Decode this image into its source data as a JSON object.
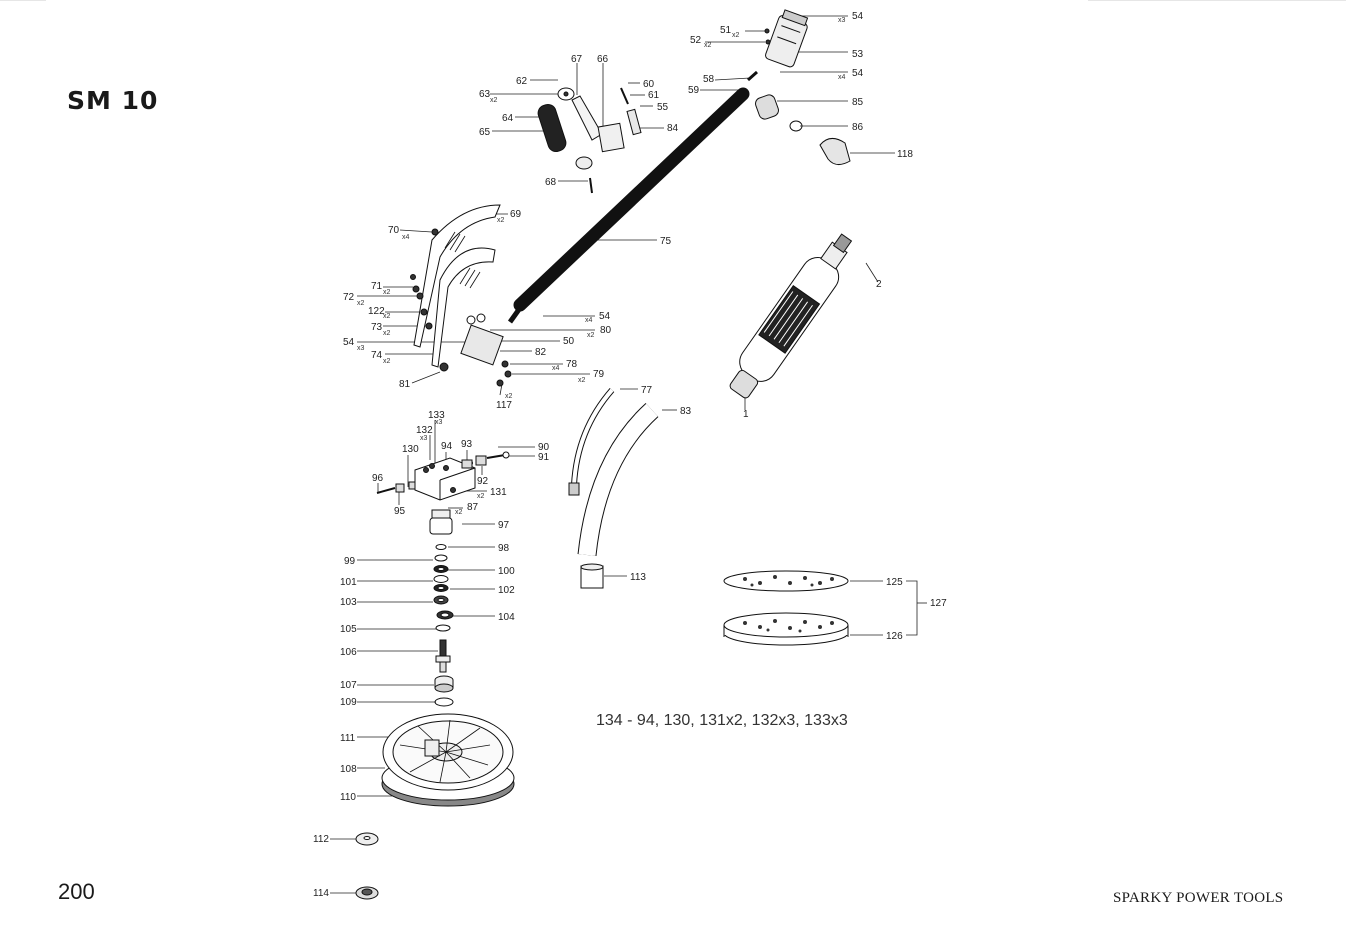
{
  "page": {
    "model": "SM 10",
    "page_number": "200",
    "brand": "SPARKY POWER TOOLS",
    "kit_note": "134 - 94, 130, 131x2, 132x3, 133x3"
  },
  "callouts": [
    {
      "id": "54",
      "text": "54"
    },
    {
      "id": "53",
      "text": "53"
    },
    {
      "id": "54b",
      "text": "54"
    },
    {
      "id": "85",
      "text": "85"
    },
    {
      "id": "86",
      "text": "86"
    },
    {
      "id": "118",
      "text": "118"
    },
    {
      "id": "51",
      "text": "51"
    },
    {
      "id": "52",
      "text": "52"
    },
    {
      "id": "58",
      "text": "58"
    },
    {
      "id": "59",
      "text": "59"
    },
    {
      "id": "67",
      "text": "67"
    },
    {
      "id": "66",
      "text": "66"
    },
    {
      "id": "62",
      "text": "62"
    },
    {
      "id": "63",
      "text": "63"
    },
    {
      "id": "60",
      "text": "60"
    },
    {
      "id": "61",
      "text": "61"
    },
    {
      "id": "55",
      "text": "55"
    },
    {
      "id": "64",
      "text": "64"
    },
    {
      "id": "65",
      "text": "65"
    },
    {
      "id": "84",
      "text": "84"
    },
    {
      "id": "68",
      "text": "68"
    },
    {
      "id": "69",
      "text": "69"
    },
    {
      "id": "70",
      "text": "70"
    },
    {
      "id": "75",
      "text": "75"
    },
    {
      "id": "2",
      "text": "2"
    },
    {
      "id": "71",
      "text": "71"
    },
    {
      "id": "72",
      "text": "72"
    },
    {
      "id": "122",
      "text": "122"
    },
    {
      "id": "73",
      "text": "73"
    },
    {
      "id": "54c",
      "text": "54"
    },
    {
      "id": "80",
      "text": "80"
    },
    {
      "id": "50",
      "text": "50"
    },
    {
      "id": "54d",
      "text": "54"
    },
    {
      "id": "74",
      "text": "74"
    },
    {
      "id": "82",
      "text": "82"
    },
    {
      "id": "78",
      "text": "78"
    },
    {
      "id": "79",
      "text": "79"
    },
    {
      "id": "81",
      "text": "81"
    },
    {
      "id": "117",
      "text": "117"
    },
    {
      "id": "77",
      "text": "77"
    },
    {
      "id": "1",
      "text": "1"
    },
    {
      "id": "83",
      "text": "83"
    },
    {
      "id": "133",
      "text": "133"
    },
    {
      "id": "132",
      "text": "132"
    },
    {
      "id": "94",
      "text": "94"
    },
    {
      "id": "93",
      "text": "93"
    },
    {
      "id": "90",
      "text": "90"
    },
    {
      "id": "130",
      "text": "130"
    },
    {
      "id": "91",
      "text": "91"
    },
    {
      "id": "92",
      "text": "92"
    },
    {
      "id": "96",
      "text": "96"
    },
    {
      "id": "131",
      "text": "131"
    },
    {
      "id": "95",
      "text": "95"
    },
    {
      "id": "87",
      "text": "87"
    },
    {
      "id": "97",
      "text": "97"
    },
    {
      "id": "98",
      "text": "98"
    },
    {
      "id": "99",
      "text": "99"
    },
    {
      "id": "100",
      "text": "100"
    },
    {
      "id": "113",
      "text": "113"
    },
    {
      "id": "101",
      "text": "101"
    },
    {
      "id": "102",
      "text": "102"
    },
    {
      "id": "125",
      "text": "125"
    },
    {
      "id": "127",
      "text": "127"
    },
    {
      "id": "103",
      "text": "103"
    },
    {
      "id": "104",
      "text": "104"
    },
    {
      "id": "105",
      "text": "105"
    },
    {
      "id": "126",
      "text": "126"
    },
    {
      "id": "106",
      "text": "106"
    },
    {
      "id": "107",
      "text": "107"
    },
    {
      "id": "109",
      "text": "109"
    },
    {
      "id": "111",
      "text": "111"
    },
    {
      "id": "108",
      "text": "108"
    },
    {
      "id": "110",
      "text": "110"
    },
    {
      "id": "112",
      "text": "112"
    },
    {
      "id": "114",
      "text": "114"
    }
  ],
  "quantities": [
    {
      "id": "q54",
      "text": "x3"
    },
    {
      "id": "q54b",
      "text": "x4"
    },
    {
      "id": "q51",
      "text": "x2"
    },
    {
      "id": "q52",
      "text": "x2"
    },
    {
      "id": "q63",
      "text": "x2"
    },
    {
      "id": "q69",
      "text": "x2"
    },
    {
      "id": "q70",
      "text": "x4"
    },
    {
      "id": "q71",
      "text": "x2"
    },
    {
      "id": "q72",
      "text": "x2"
    },
    {
      "id": "q122",
      "text": "x2"
    },
    {
      "id": "q73",
      "text": "x2"
    },
    {
      "id": "q54c",
      "text": "x4"
    },
    {
      "id": "q80",
      "text": "x2"
    },
    {
      "id": "q54d",
      "text": "x3"
    },
    {
      "id": "q74",
      "text": "x2"
    },
    {
      "id": "q78",
      "text": "x4"
    },
    {
      "id": "q79",
      "text": "x2"
    },
    {
      "id": "q117",
      "text": "x2"
    },
    {
      "id": "q133",
      "text": "x3"
    },
    {
      "id": "q132",
      "text": "x3"
    },
    {
      "id": "q131",
      "text": "x2"
    },
    {
      "id": "q87",
      "text": "x2"
    }
  ]
}
